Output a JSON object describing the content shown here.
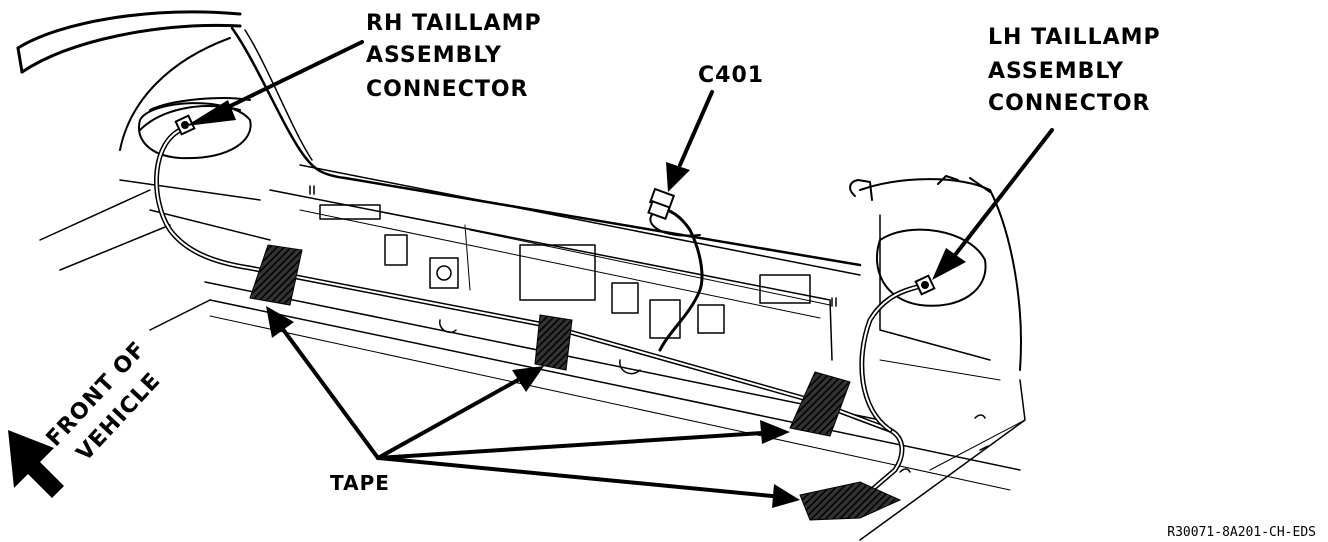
{
  "callouts": {
    "rh_connector": [
      "RH TAILLAMP",
      "ASSEMBLY",
      "CONNECTOR"
    ],
    "lh_connector": [
      "LH TAILLAMP",
      "ASSEMBLY",
      "CONNECTOR"
    ],
    "c401": "C401",
    "tape": "TAPE",
    "front_of_vehicle": [
      "FRONT OF",
      "VEHICLE"
    ]
  },
  "figure_id": "R30071-8A201-CH-EDS"
}
